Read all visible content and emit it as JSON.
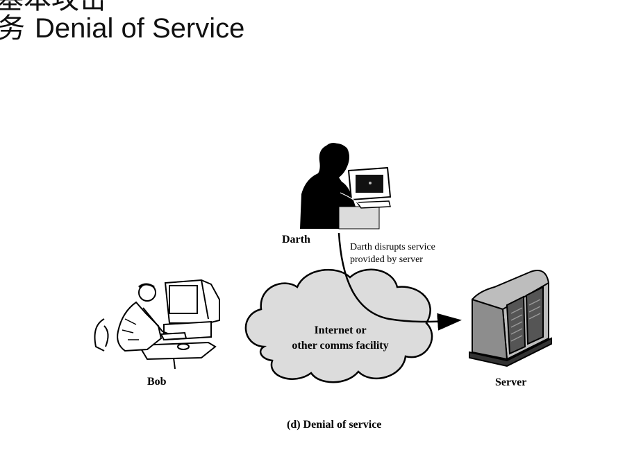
{
  "title": {
    "line1": "基本攻击",
    "line2_cjk": "务",
    "line2_en": "Denial of Service"
  },
  "figure": {
    "darth_label": "Darth",
    "annotation_line1": "Darth disrupts service",
    "annotation_line2": "provided by server",
    "cloud_line1": "Internet or",
    "cloud_line2": "other comms facility",
    "bob_label": "Bob",
    "server_label": "Server",
    "caption": "(d) Denial of service"
  },
  "icons": [
    "darth-person-icon",
    "bob-computer-icon",
    "server-icon",
    "cloud-icon"
  ]
}
